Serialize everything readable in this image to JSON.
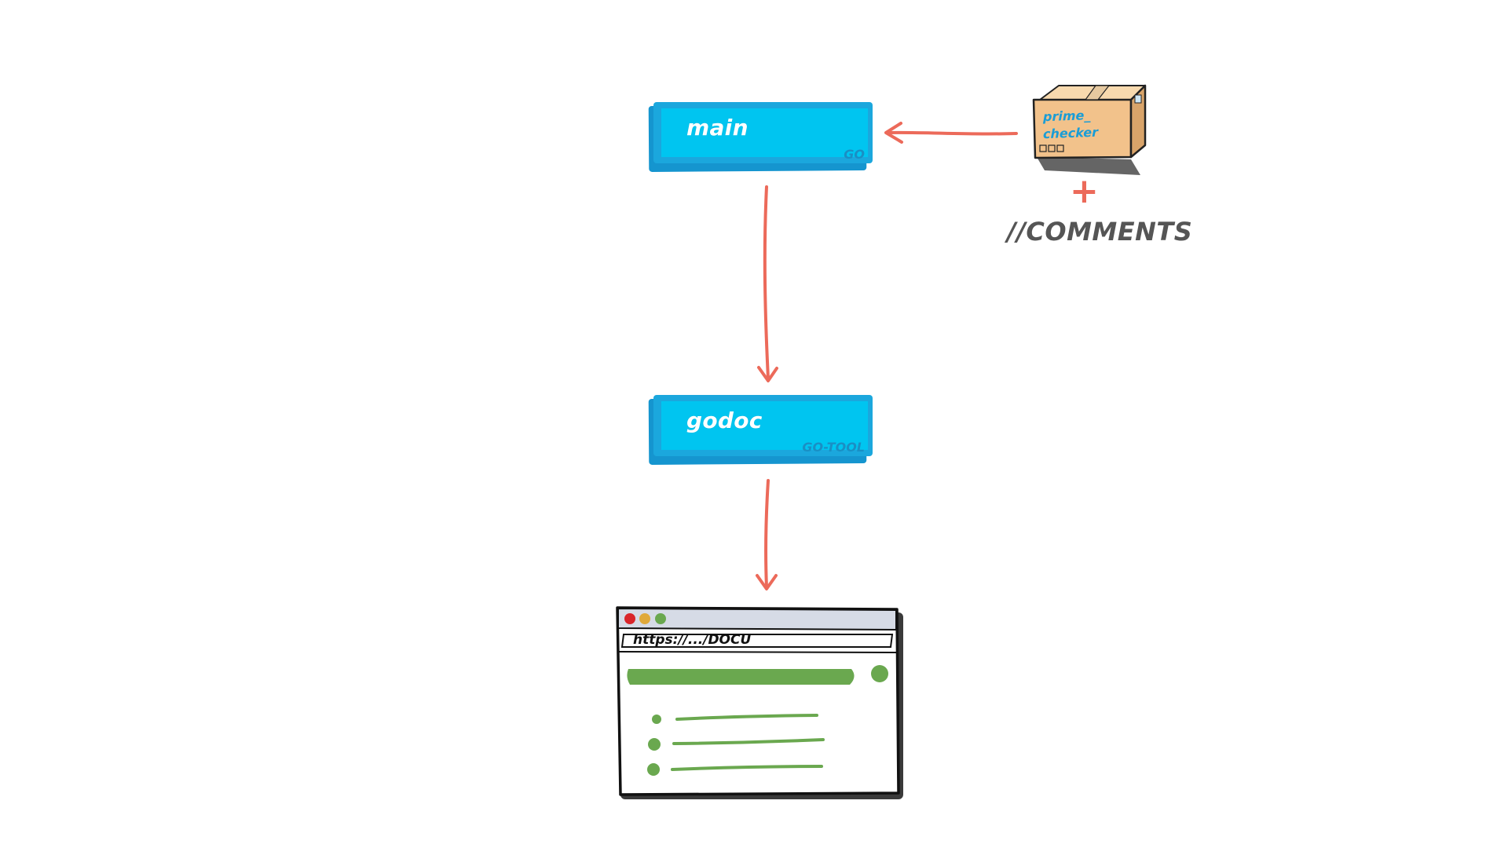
{
  "nodes": {
    "main": {
      "title": "main",
      "tag": "GO"
    },
    "godoc": {
      "title": "godoc",
      "tag": "GO-TOOL"
    }
  },
  "package": {
    "line1": "prime_",
    "line2": "checker",
    "plus": "+",
    "comments": "//COMMENTS"
  },
  "browser": {
    "url": "https://.../DOCU"
  },
  "colors": {
    "block_face": "#00c5f0",
    "block_shadow": "#1595cf",
    "arrow": "#ec6a5a",
    "doc_green": "#6aa84f",
    "box": "#f2c28b"
  }
}
